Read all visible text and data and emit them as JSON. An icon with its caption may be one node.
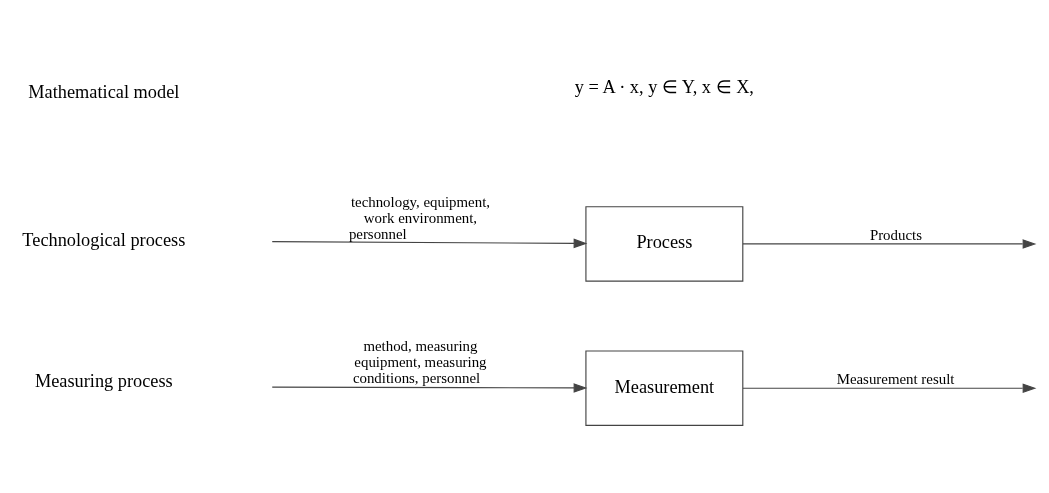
{
  "diagram": {
    "nodes": [
      {
        "text": [
          "Process"
        ]
      },
      {
        "text": [
          "Measurement"
        ]
      }
    ],
    "edges": [
      {
        "from": null,
        "to": 0,
        "arrow": "to",
        "label": "technology, equipment, work environment, personnel"
      },
      {
        "from": 0,
        "to": null,
        "arrow": "to",
        "label": "Products"
      },
      {
        "from": null,
        "to": 1,
        "arrow": "to",
        "label": "method, measuring equipment, measuring conditions, personnel"
      },
      {
        "from": 1,
        "to": null,
        "arrow": "to",
        "label": "Measurement result"
      }
    ],
    "labels": [
      "Mathematical model",
      "y = A · x, y ∈ Y, x ∈ X,",
      "Technological process",
      "Measuring process"
    ]
  }
}
